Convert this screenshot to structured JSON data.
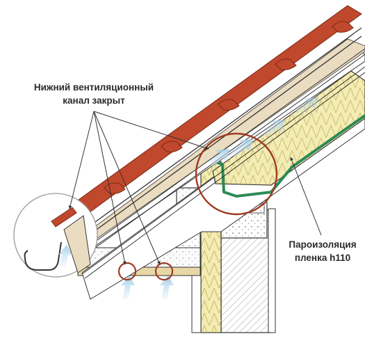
{
  "labels": {
    "lower_vent_channel_line1": "Нижний вентиляционный",
    "lower_vent_channel_line2": "канал закрыт",
    "vapor_barrier_line1": "Пароизоляция",
    "vapor_barrier_line2": "пленка h110"
  },
  "colors": {
    "roof_tile": "#c0482c",
    "highlight_circle": "#9e3a22",
    "insulation": "#f3ecb3",
    "insulation_zigzag": "#c9b86a",
    "vapor_film": "#2b8a55",
    "airflow": "#b8d8ec",
    "masonry_hatch": "#555555",
    "line": "#333333"
  },
  "icons": {
    "airflow_arrow": "airflow-arrow-icon",
    "gutter": "gutter-icon"
  }
}
